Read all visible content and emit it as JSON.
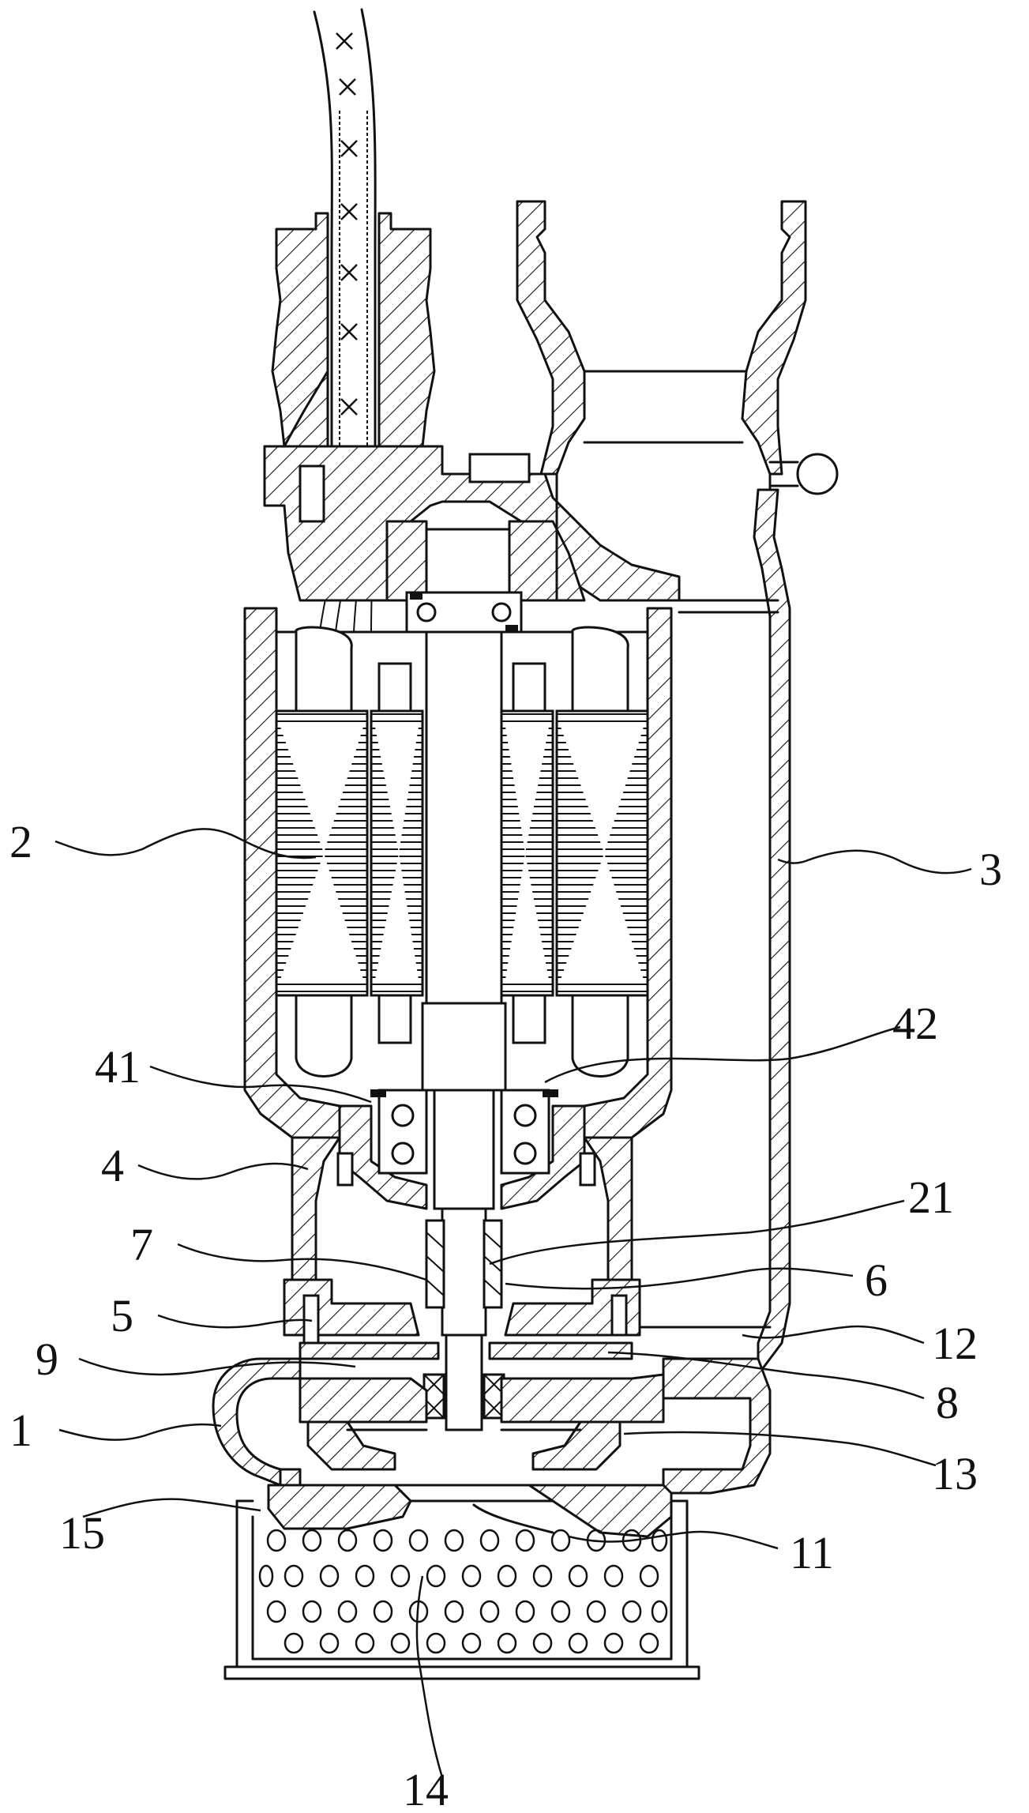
{
  "labels": {
    "l1": "1",
    "l2": "2",
    "l3": "3",
    "l4": "4",
    "l5": "5",
    "l6": "6",
    "l7": "7",
    "l8": "8",
    "l9": "9",
    "l11": "11",
    "l12": "12",
    "l13": "13",
    "l14": "14",
    "l15": "15",
    "l21": "21",
    "l41": "41",
    "l42": "42"
  }
}
